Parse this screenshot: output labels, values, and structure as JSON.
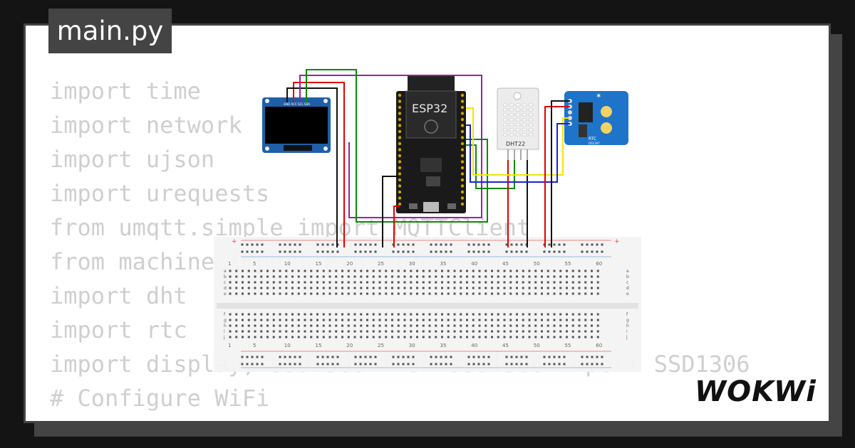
{
  "file_tab": {
    "label": "main.py"
  },
  "code_lines": [
    "import time",
    "import network",
    "import ujson",
    "import urequests",
    "from umqtt.simple import MQTTClient",
    "from machine import Pin, I2C",
    "import dht",
    "import rtc",
    "import display, ssd1306 from ssd1306 import SSD1306",
    "",
    "# Configure WiFi"
  ],
  "components": {
    "oled": {
      "pin_labels": "GND VCC SCL SDA"
    },
    "esp32": {
      "label": "ESP32"
    },
    "dht": {
      "label": "DHT22"
    },
    "rtc": {
      "label": "RTC",
      "sublabel": "DS1307"
    }
  },
  "breadboard": {
    "column_numbers": [
      "1",
      "5",
      "10",
      "15",
      "20",
      "25",
      "30",
      "35",
      "40",
      "45",
      "50",
      "55",
      "60"
    ],
    "row_letters_top": [
      "a",
      "b",
      "c",
      "d",
      "e"
    ],
    "row_letters_bottom": [
      "f",
      "g",
      "h",
      "i",
      "j"
    ]
  },
  "wire_colors": {
    "power": "#e00000",
    "ground": "#111111",
    "sda": "#0a8a0a",
    "scl": "#9b1fa8",
    "data_yellow": "#f2e600",
    "data_blue": "#1a22d8"
  },
  "brand": {
    "logo": "WOKWi"
  }
}
